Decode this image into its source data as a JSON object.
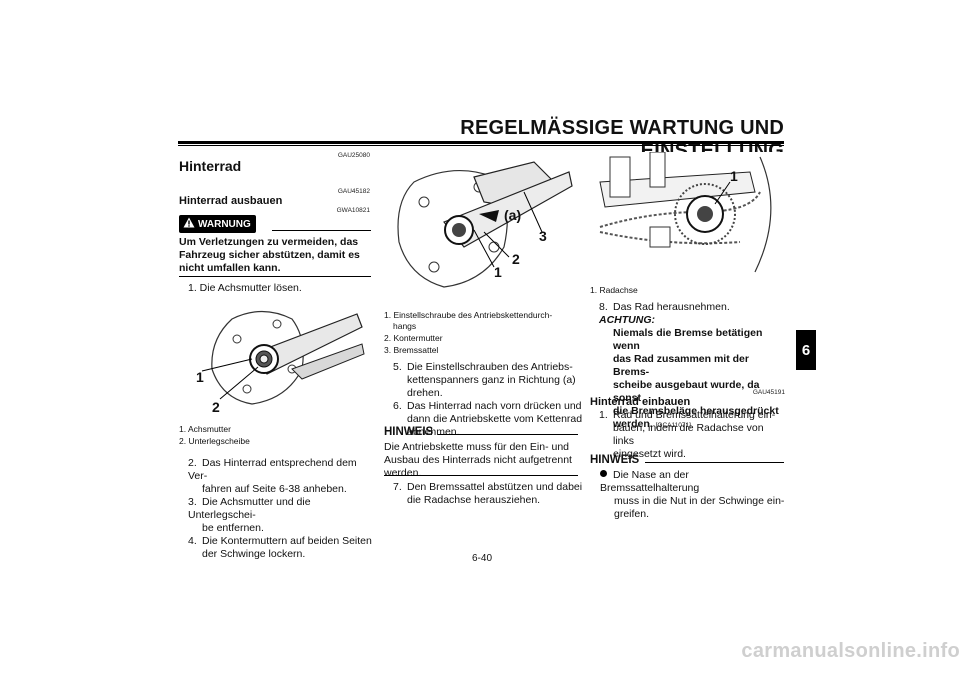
{
  "header": {
    "title": "REGELMÄSSIGE WARTUNG UND EINSTELLUNG"
  },
  "chapter_tab": "6",
  "page_number": "6-40",
  "watermark": "carmanualsonline.info",
  "col1": {
    "code_1": "GAU25080",
    "section_title": "Hinterrad",
    "code_2": "GAU45182",
    "subsection_title": "Hinterrad ausbauen",
    "code_3": "GWA10821",
    "warning_label": "WARNUNG",
    "warning_text": "Um Verletzungen zu vermeiden, das Fahrzeug sicher abstützen, damit es nicht umfallen kann.",
    "step1": "1. Die Achsmutter lösen.",
    "figure_labels": [
      "1",
      "2"
    ],
    "captions": [
      "1. Achsmutter",
      "2. Unterlegscheibe"
    ],
    "steps": [
      {
        "n": "2.",
        "text": "Das Hinterrad entsprechend dem Ver-",
        "text2": "fahren auf Seite 6-38 anheben."
      },
      {
        "n": "3.",
        "text": "Die Achsmutter und die Unterlegschei-",
        "text2": "be entfernen."
      },
      {
        "n": "4.",
        "text": "Die Kontermuttern auf beiden Seiten",
        "text2": "der Schwinge lockern."
      }
    ]
  },
  "col2": {
    "figure_labels": [
      "(a)",
      "3",
      "2",
      "1"
    ],
    "captions": [
      "1. Einstellschraube des Antriebskettendurch-",
      "hangs",
      "2. Kontermutter",
      "3. Bremssattel"
    ],
    "steps": [
      {
        "n": "5.",
        "lines": [
          "Die Einstellschrauben des Antriebs-",
          "kettenspanners ganz in Richtung (a)",
          "drehen."
        ]
      },
      {
        "n": "6.",
        "lines": [
          "Das Hinterrad nach vorn drücken und",
          "dann die Antriebskette vom Kettenrad",
          "abnehmen."
        ]
      }
    ],
    "hinweis_label": "HINWEIS",
    "hinweis_text": [
      "Die Antriebskette muss für den Ein- und",
      "Ausbau des Hinterrads nicht aufgetrennt",
      "werden."
    ],
    "step7": {
      "n": "7.",
      "lines": [
        "Den Bremssattel abstützen und dabei",
        "die Radachse herausziehen."
      ]
    }
  },
  "col3": {
    "figure_label": "1",
    "caption": "1. Radachse",
    "step8_n": "8.",
    "step8_text": "Das Rad herausnehmen.",
    "step8_achtung": "ACHTUNG:",
    "step8_bold": [
      "Niemals die Bremse betätigen wenn",
      "das Rad zusammen mit der Brems-",
      "scheibe ausgebaut wurde, da sonst",
      "die Bremsbeläge herausgedrückt",
      "werden."
    ],
    "step8_code": "[GCA11071]",
    "code_4": "GAU45191",
    "subsection_title": "Hinterrad einbauen",
    "step1": {
      "n": "1.",
      "lines": [
        "Rad und Bremssattelhalterung ein-",
        "bauen, indem die Radachse von links",
        "eingesetzt wird."
      ]
    },
    "hinweis_label": "HINWEIS",
    "bullet_lines": [
      "Die Nase an der Bremssattelhalterung",
      "muss in die Nut in der Schwinge ein-",
      "greifen."
    ]
  }
}
